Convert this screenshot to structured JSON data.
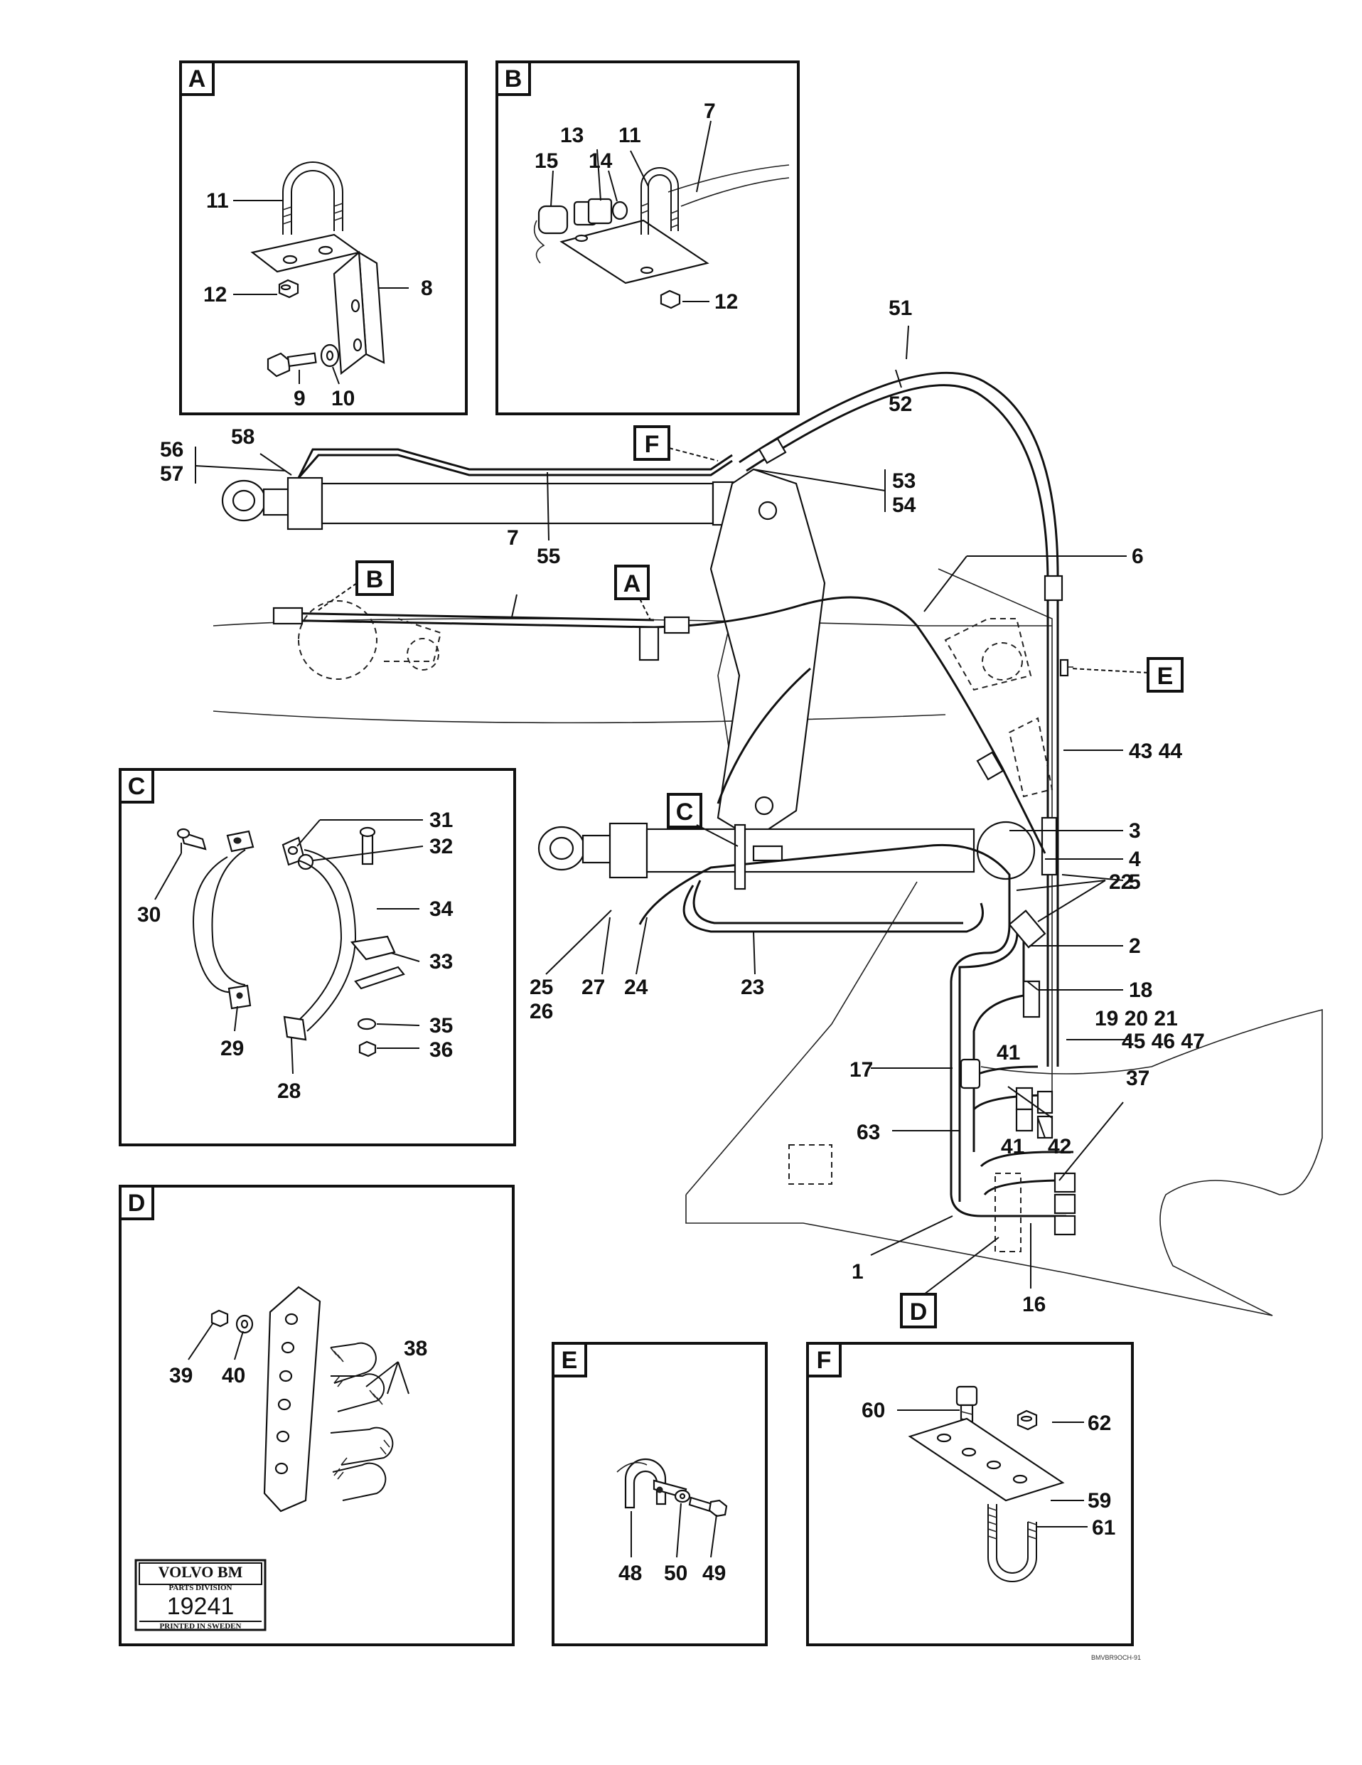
{
  "callouts": {
    "A": "A",
    "B": "B",
    "C": "C",
    "D": "D",
    "E": "E",
    "F": "F"
  },
  "detail_a": {
    "n11": "11",
    "n8": "8",
    "n12": "12",
    "n9": "9",
    "n10": "10"
  },
  "detail_b": {
    "n7": "7",
    "n13": "13",
    "n11": "11",
    "n15": "15",
    "n14": "14",
    "n12": "12"
  },
  "detail_c": {
    "n31": "31",
    "n32": "32",
    "n30": "30",
    "n34": "34",
    "n33": "33",
    "n29": "29",
    "n35": "35",
    "n36": "36",
    "n28": "28"
  },
  "detail_d": {
    "n38": "38",
    "n39": "39",
    "n40": "40"
  },
  "detail_e": {
    "n48": "48",
    "n50": "50",
    "n49": "49"
  },
  "detail_f": {
    "n60": "60",
    "n62": "62",
    "n59": "59",
    "n61": "61"
  },
  "main": {
    "n51": "51",
    "n52": "52",
    "n7": "7",
    "n56": "56",
    "n57": "57",
    "n58": "58",
    "n53": "53",
    "n54": "54",
    "n55": "55",
    "n6": "6",
    "n4344": "43 44",
    "n3": "3",
    "n4": "4",
    "n5": "5",
    "n22": "22",
    "n2": "2",
    "n25": "25",
    "n26": "26",
    "n27": "27",
    "n24": "24",
    "n23": "23",
    "n18": "18",
    "n192021": "19 20 21",
    "n454647": "45 46 47",
    "n41a": "41",
    "n17": "17",
    "n37": "37",
    "n63": "63",
    "n41b": "41",
    "n42": "42",
    "n1": "1",
    "n16": "16"
  },
  "logo": {
    "brand": "VOLVO BM",
    "division": "PARTS DIVISION",
    "number": "19241",
    "printed": "PRINTED IN SWEDEN"
  },
  "drawing_code": "BMVBR9OCH-91"
}
